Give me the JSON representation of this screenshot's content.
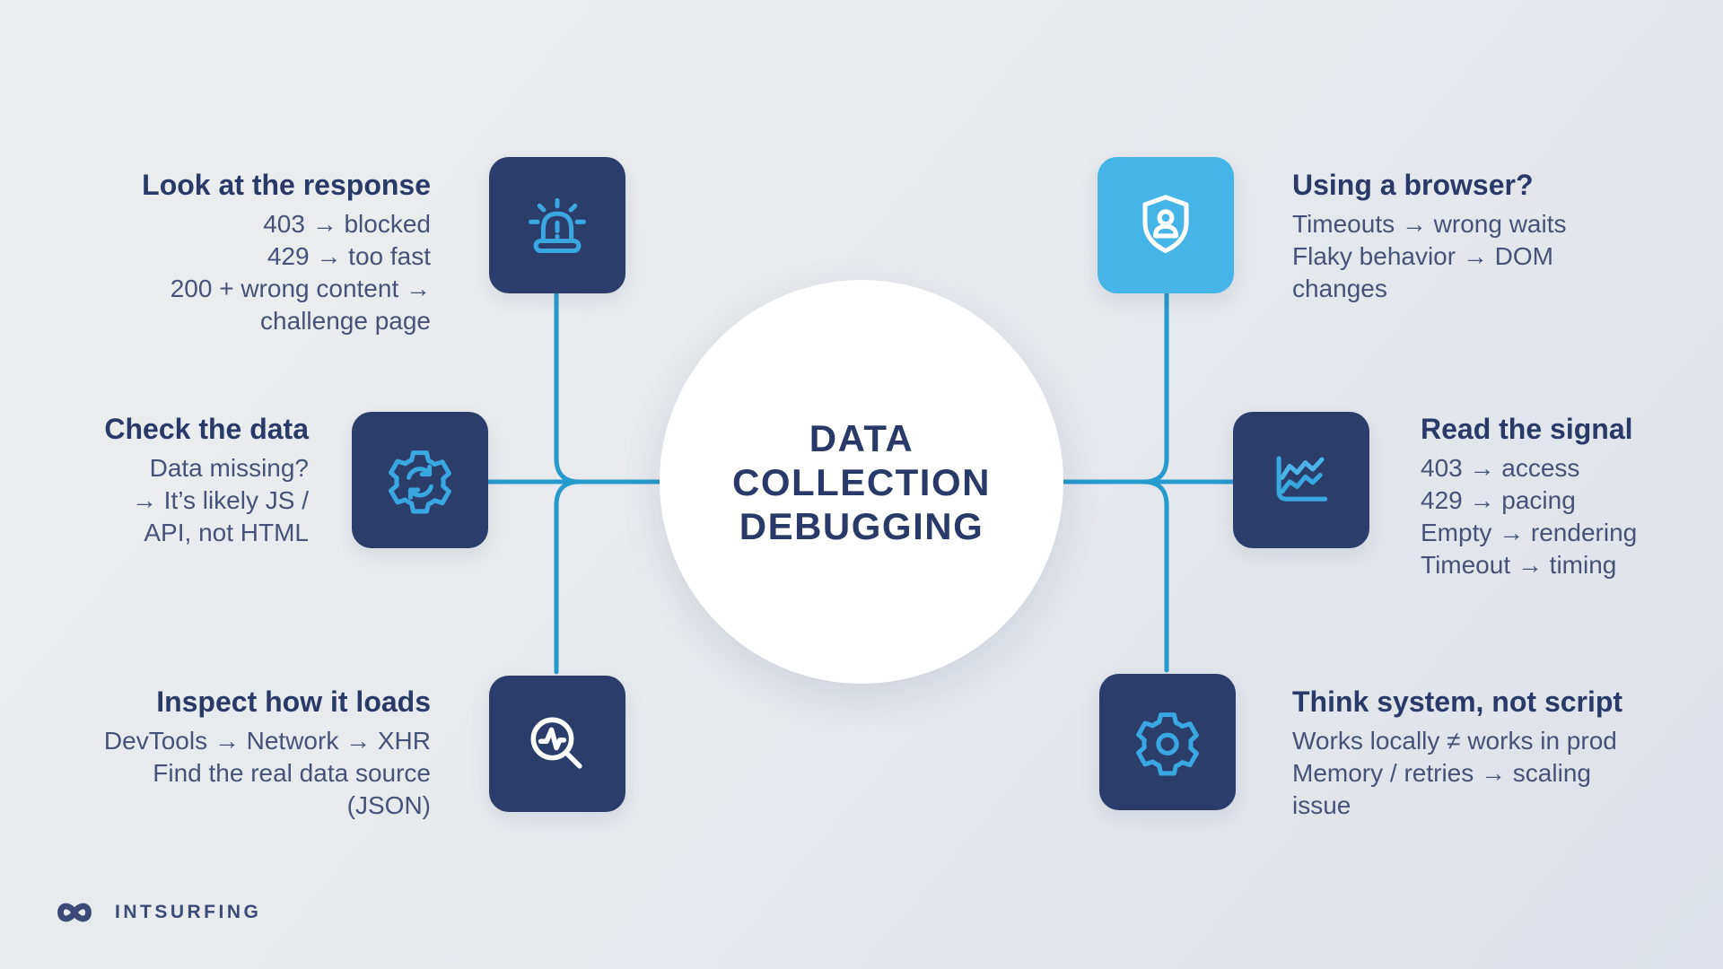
{
  "title": {
    "lines": [
      "DATA",
      "COLLECTION",
      "DEBUGGING"
    ]
  },
  "nodes": {
    "top_left": {
      "heading": "Look at the response",
      "lines": [
        "403 → blocked",
        "429 → too fast",
        "200 + wrong content →",
        "challenge page"
      ],
      "icon": "siren-icon"
    },
    "mid_left": {
      "heading": "Check the data",
      "lines": [
        "Data missing?",
        "→ It’s likely JS /",
        "API, not HTML"
      ],
      "icon": "gear-sync-icon"
    },
    "bottom_left": {
      "heading": "Inspect how it loads",
      "lines": [
        "DevTools → Network → XHR",
        "Find the real data source",
        "(JSON)"
      ],
      "icon": "magnifier-pulse-icon"
    },
    "top_right": {
      "heading": "Using a browser?",
      "lines": [
        "Timeouts → wrong waits",
        "Flaky behavior → DOM",
        "changes"
      ],
      "icon": "shield-user-icon"
    },
    "mid_right": {
      "heading": "Read the signal",
      "lines": [
        "403 → access",
        "429 → pacing",
        "Empty → rendering",
        "Timeout → timing"
      ],
      "icon": "line-chart-icon"
    },
    "bottom_right": {
      "heading": "Think system, not script",
      "lines": [
        "Works locally ≠ works in prod",
        "Memory / retries → scaling",
        "issue"
      ],
      "icon": "gear-icon"
    }
  },
  "logo": {
    "text": "INTSURFING"
  },
  "colors": {
    "background_start": "#ecedef",
    "background_end": "#dee1e9",
    "tile_navy": "#2b3e6b",
    "tile_blue": "#45b4e6",
    "icon_blue": "#3aa8e0",
    "icon_white": "#ffffff",
    "connector": "#2699cd",
    "heading_text": "#293a68",
    "body_text": "#46527a",
    "circle_fill": "#ffffff",
    "logo_navy": "#3b4a77"
  }
}
